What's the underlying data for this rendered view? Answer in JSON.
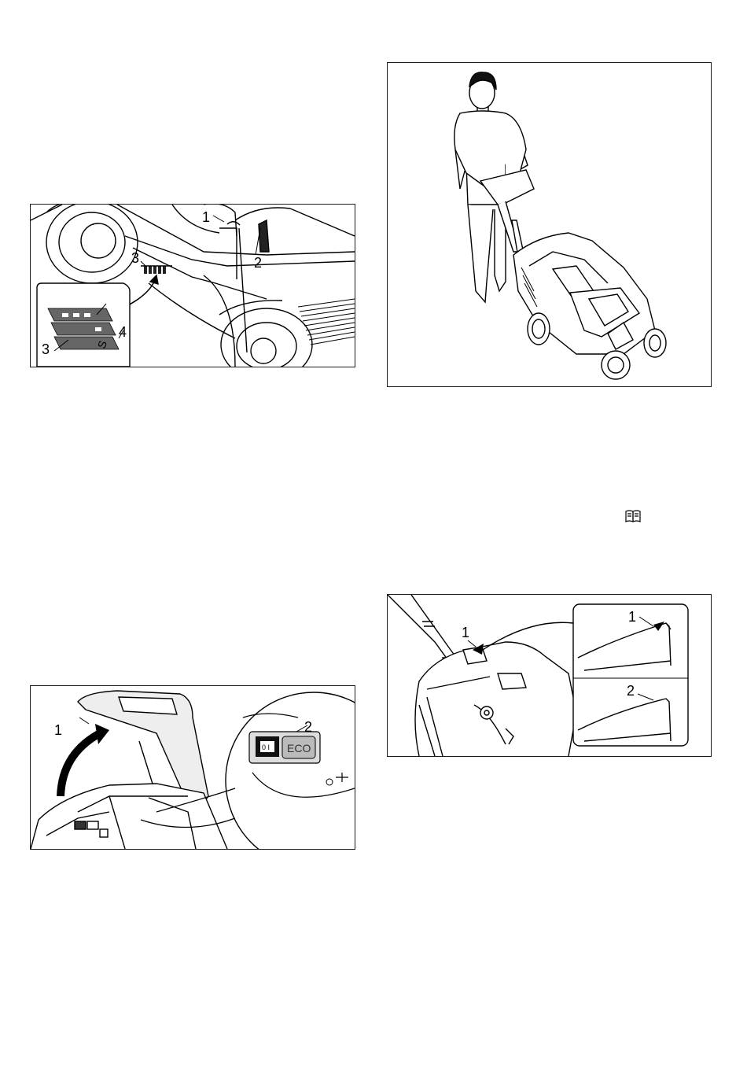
{
  "figure1": {
    "callouts": [
      "1",
      "2",
      "3",
      "3",
      "4"
    ],
    "inset_letter": "S"
  },
  "figure2": {
    "callouts": []
  },
  "figure3": {
    "callouts": [
      "1",
      "2"
    ],
    "switch_symbol": "0 I",
    "eco_label": "ECO"
  },
  "figure4": {
    "callouts": [
      "1",
      "1",
      "2"
    ]
  },
  "icons": {
    "manual": "book-icon"
  }
}
